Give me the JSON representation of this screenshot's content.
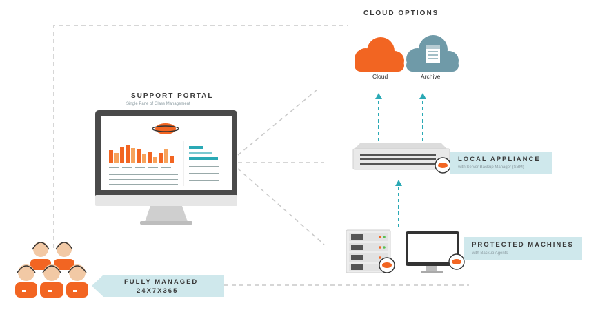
{
  "cloud_options": {
    "title": "CLOUD OPTIONS",
    "cloud_label": "Cloud",
    "archive_label": "Archive"
  },
  "support_portal": {
    "title": "SUPPORT PORTAL",
    "subtitle": "Single Pane of Glass Management"
  },
  "local_appliance": {
    "title": "LOCAL APPLIANCE",
    "subtitle": "with Server Backup Manager (SBM)"
  },
  "protected_machines": {
    "title": "PROTECTED MACHINES",
    "subtitle": "with Backup Agents"
  },
  "managed": {
    "line1": "FULLY MANAGED",
    "line2": "24X7X365"
  },
  "colors": {
    "orange": "#f26522",
    "orange_light": "#f7a35c",
    "teal": "#2aa9b5",
    "teal_light": "#cfe8ec",
    "grey_cloud": "#6f9aa8",
    "dash": "#c8c8c8"
  }
}
